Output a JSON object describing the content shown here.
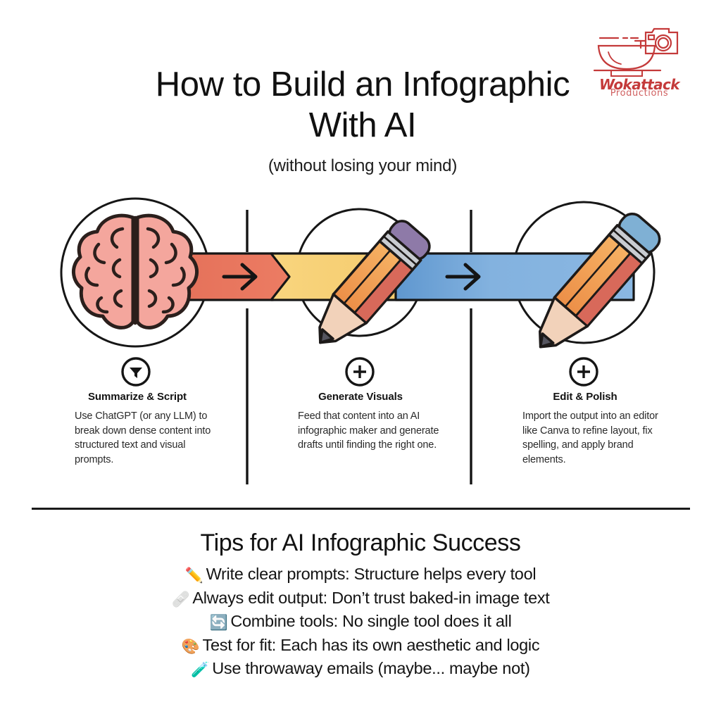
{
  "header": {
    "title": "How to Build an Infographic With AI",
    "title_line_1": "How to Build an Infographic",
    "title_line_2": "With AI",
    "subtitle": "(without losing your mind)"
  },
  "logo": {
    "name": "Wokattack",
    "tagline": "Productions",
    "mark_icons": [
      "wok-bowl-icon",
      "camera-icon"
    ],
    "color": "#c43a3a"
  },
  "flow": {
    "bands": [
      {
        "name": "summarize-band",
        "color_start": "#e8725c",
        "color_end": "#e8725c",
        "label_icon": "arrow-right-icon"
      },
      {
        "name": "generate-band",
        "color_start": "#f6cf75",
        "color_end": "#f6cf75",
        "label_icon": "arrow-right-icon"
      },
      {
        "name": "polish-band",
        "color_start": "#6ca4d8",
        "color_end": "#86b4e0",
        "label_icon": "arrow-right-icon"
      }
    ],
    "nodes": [
      {
        "name": "brain-illustration",
        "colors": {
          "fill": "#f4a69d",
          "stroke": "#2b1f1c"
        }
      },
      {
        "name": "pencil-purple-eraser",
        "colors": {
          "body": "#f0a050",
          "accent": "#d8695a",
          "eraser": "#8e7aa8",
          "ferrule": "#c9ccd1",
          "wood": "#f0cdb4",
          "tip": "#55555f"
        }
      },
      {
        "name": "pencil-blue-eraser",
        "colors": {
          "body": "#f0a050",
          "accent": "#d8695a",
          "eraser": "#7fb0d4",
          "ferrule": "#c9ccd1",
          "wood": "#f0cdb4",
          "tip": "#55555f"
        }
      }
    ]
  },
  "steps": [
    {
      "icon": "funnel-icon",
      "title": "Summarize & Script",
      "description": "Use ChatGPT (or any LLM) to break down dense content into structured text and visual prompts."
    },
    {
      "icon": "plus-icon",
      "title": "Generate Visuals",
      "description": "Feed that content into an AI infographic maker and generate drafts until finding the right one."
    },
    {
      "icon": "plus-icon",
      "title": "Edit & Polish",
      "description": "Import the output into an editor like Canva to refine layout, fix spelling, and apply brand elements."
    }
  ],
  "tips": {
    "title": "Tips for AI Infographic Success",
    "items": [
      {
        "emoji": "✏️",
        "emoji_name": "pencil-emoji",
        "text": "Write clear prompts: Structure helps every tool"
      },
      {
        "emoji": "🩹",
        "emoji_name": "eraser-emoji",
        "text": "Always edit output: Don’t trust baked-in image text"
      },
      {
        "emoji": "🔄",
        "emoji_name": "refresh-emoji",
        "text": "Combine tools: No single tool does it all"
      },
      {
        "emoji": "🎨",
        "emoji_name": "palette-emoji",
        "text": "Test for fit: Each has its own aesthetic and logic"
      },
      {
        "emoji": "🧪",
        "emoji_name": "test-tube-emoji",
        "text": "Use throwaway emails (maybe... maybe not)"
      }
    ]
  }
}
